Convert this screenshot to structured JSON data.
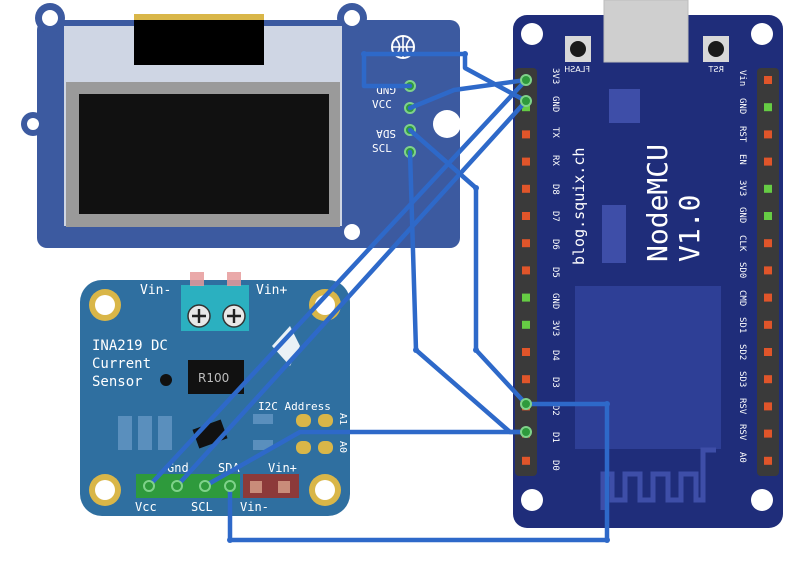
{
  "oled": {
    "pins": [
      "GND",
      "VCC",
      "SDA",
      "SCL"
    ]
  },
  "ina219": {
    "title_line1": "INA219 DC",
    "title_line2": "Current",
    "title_line3": "Sensor",
    "resistor_label": "R100",
    "vin_minus_top": "Vin-",
    "vin_plus_top": "Vin+",
    "i2c_address": "I2C Address",
    "a1": "A1",
    "a0": "A0",
    "pin_vcc": "Vcc",
    "pin_gnd": "Gnd",
    "pin_scl": "SCL",
    "pin_sda": "SDA",
    "pin_vin_plus": "Vin+",
    "pin_vin_minus": "Vin-"
  },
  "nodemcu": {
    "title": "NodeMCU",
    "version": "V1.0",
    "url": "blog.squix.ch",
    "flash_label": "FLASH",
    "rst_label": "RST",
    "left_pins": [
      "3V3",
      "GND",
      "TX",
      "RX",
      "D8",
      "D7",
      "D6",
      "D5",
      "GND",
      "3V3",
      "D4",
      "D3",
      "D2",
      "D1",
      "D0"
    ],
    "right_pins": [
      "Vin",
      "GND",
      "RST",
      "EN",
      "3V3",
      "GND",
      "CLK",
      "SD0",
      "CMD",
      "SD1",
      "SD2",
      "SD3",
      "RSV",
      "RSV",
      "A0"
    ]
  },
  "colors": {
    "board_blue": "#3c5aa0",
    "nodemcu_navy": "#1f2d7a",
    "wire_blue": "#2e69c9",
    "ina_teal": "#2f6fa0",
    "pin_green": "#2e9a3c"
  }
}
